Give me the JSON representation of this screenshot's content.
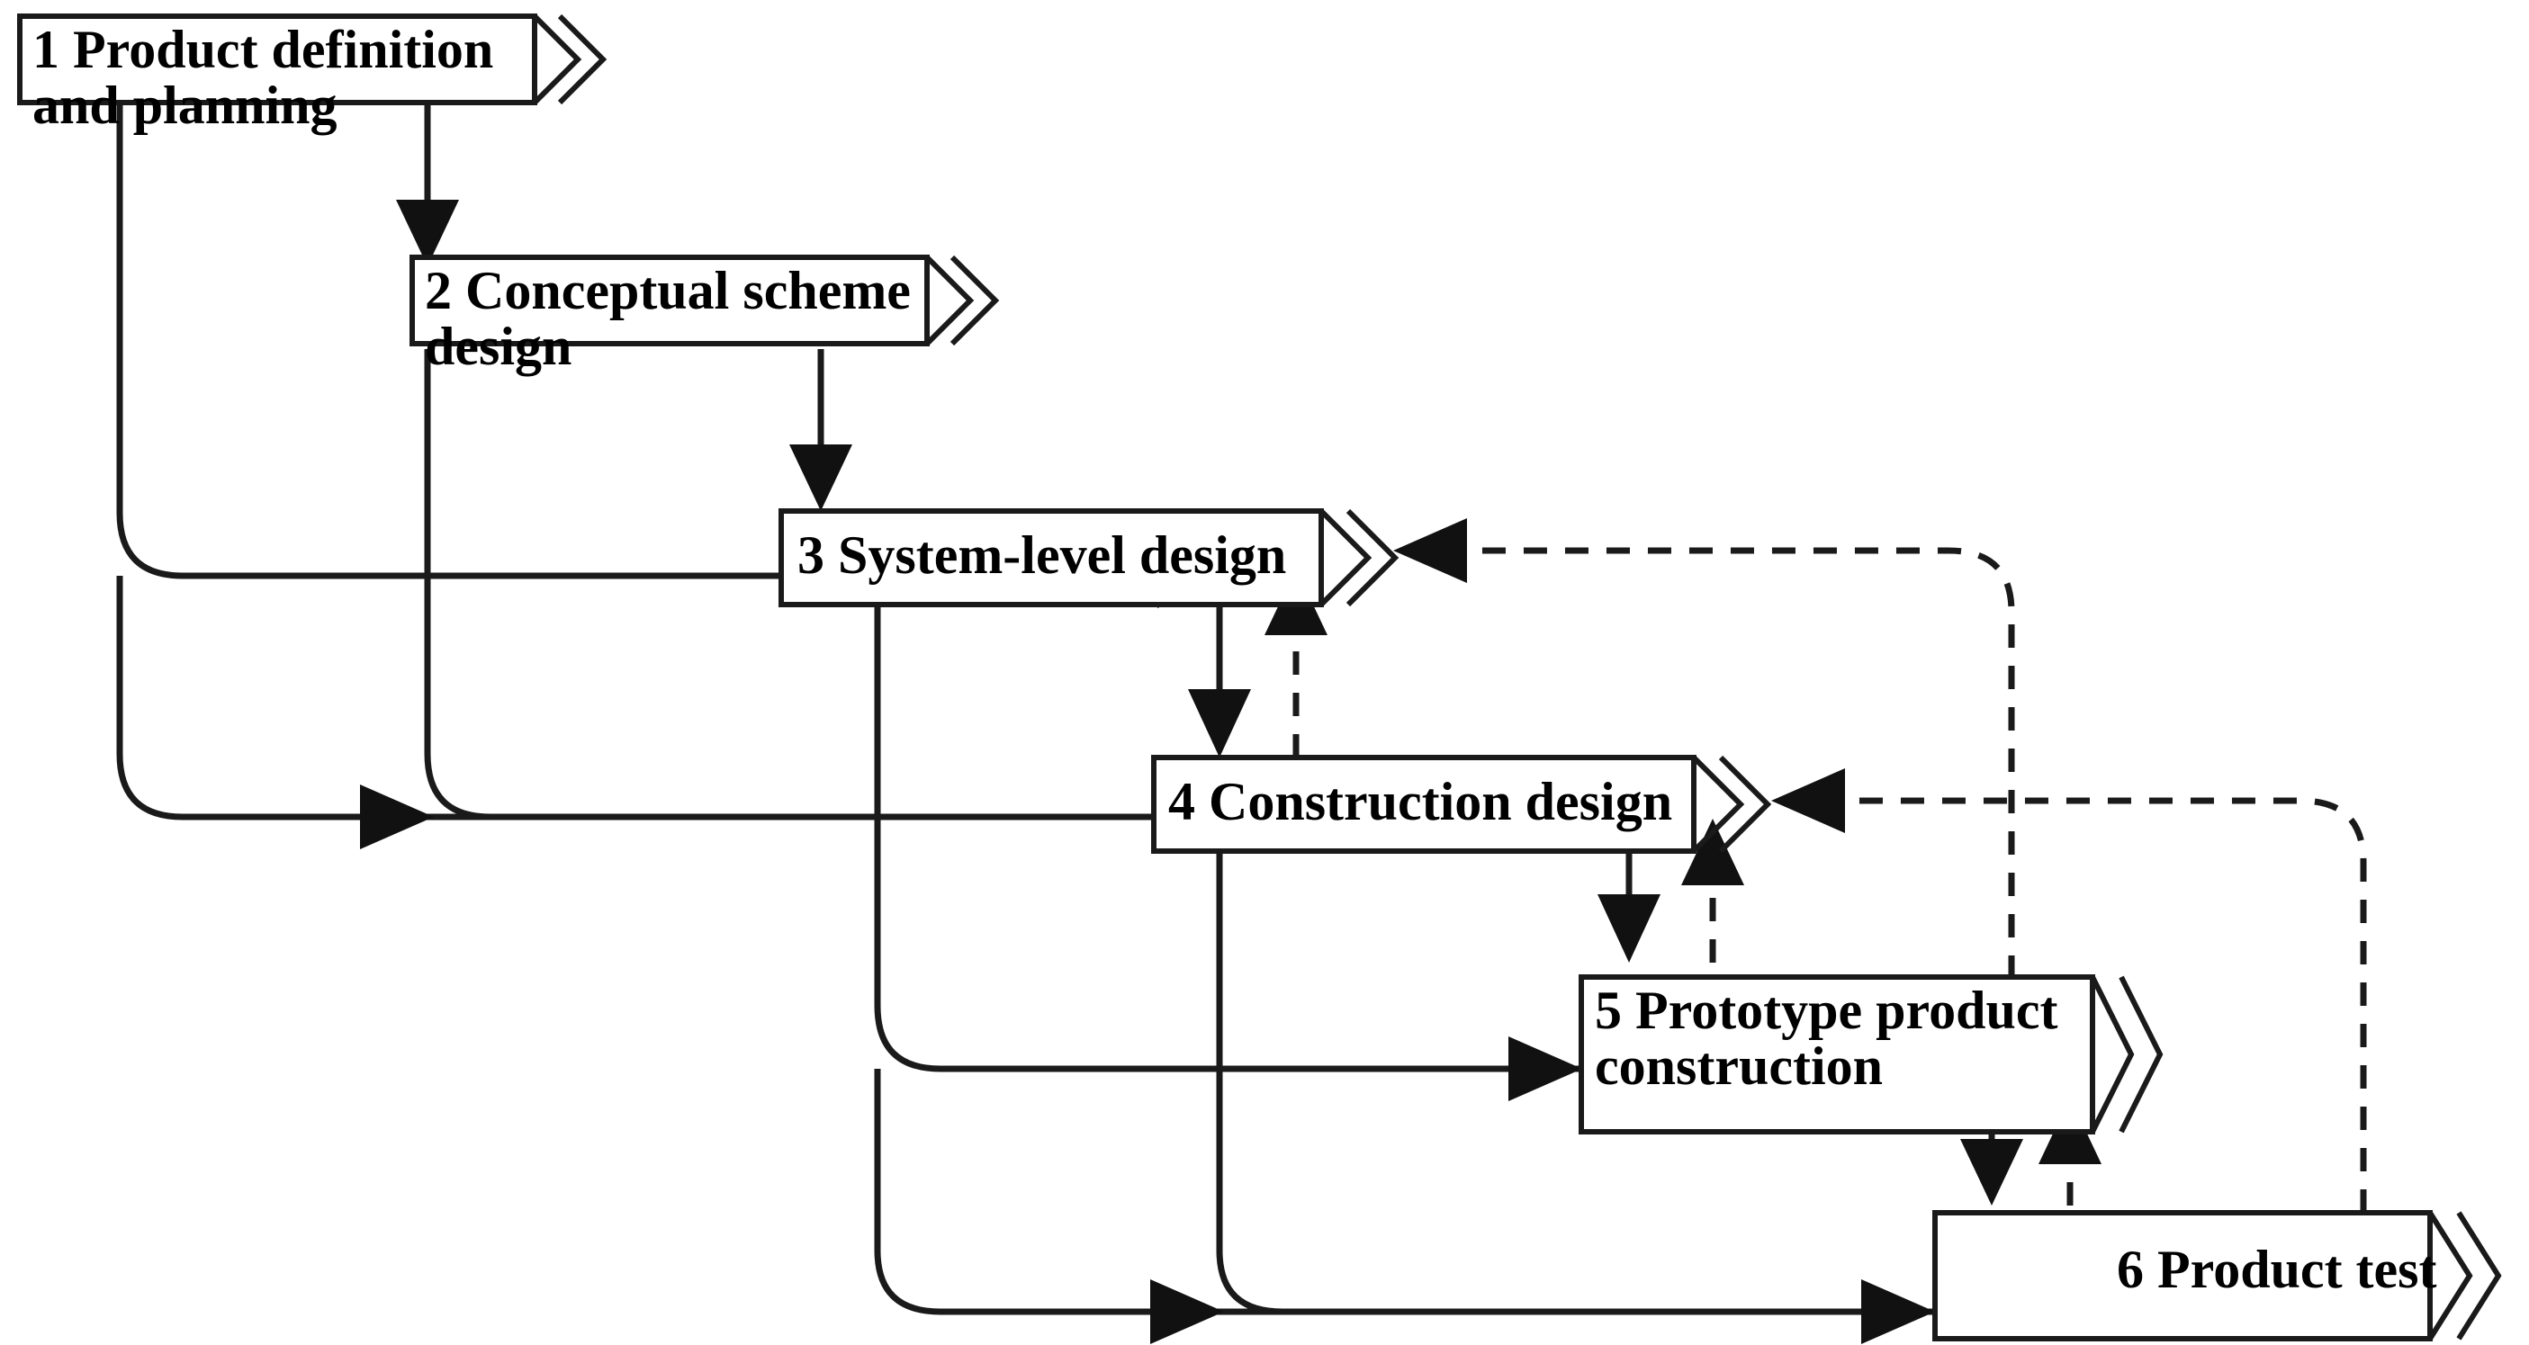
{
  "diagram": {
    "title": "Product development process (waterfall with feedback loops)",
    "type": "flowchart",
    "background_color": "#ffffff",
    "line_color": "#1a1a1a",
    "stages": [
      {
        "id": 1,
        "number": "1",
        "label": "1 Product definition\nand planning",
        "text": "Product definition and planning"
      },
      {
        "id": 2,
        "number": "2",
        "label": "2 Conceptual scheme\ndesign",
        "text": "Conceptual scheme design"
      },
      {
        "id": 3,
        "number": "3",
        "label": "3 System-level design",
        "text": "System-level design"
      },
      {
        "id": 4,
        "number": "4",
        "label": "4 Construction design",
        "text": "Construction design"
      },
      {
        "id": 5,
        "number": "5",
        "label": "5 Prototype product\nconstruction",
        "text": "Prototype product construction"
      },
      {
        "id": 6,
        "number": "6",
        "label": "6 Product test",
        "text": "Product test"
      }
    ],
    "connections": [
      {
        "from": 1,
        "to": 2,
        "style": "solid",
        "direction": "down"
      },
      {
        "from": 2,
        "to": 3,
        "style": "solid",
        "direction": "down"
      },
      {
        "from": 3,
        "to": 4,
        "style": "solid",
        "direction": "down"
      },
      {
        "from": 4,
        "to": 5,
        "style": "solid",
        "direction": "down"
      },
      {
        "from": 5,
        "to": 6,
        "style": "solid",
        "direction": "down"
      },
      {
        "from": 1,
        "to": 3,
        "style": "solid",
        "direction": "skip"
      },
      {
        "from": 1,
        "to": 4,
        "style": "solid",
        "direction": "skip"
      },
      {
        "from": 2,
        "to": 4,
        "style": "solid",
        "direction": "skip"
      },
      {
        "from": 3,
        "to": 5,
        "style": "solid",
        "direction": "skip"
      },
      {
        "from": 3,
        "to": 6,
        "style": "solid",
        "direction": "skip"
      },
      {
        "from": 4,
        "to": 6,
        "style": "solid",
        "direction": "skip"
      },
      {
        "from": 4,
        "to": 3,
        "style": "dashed",
        "direction": "feedback"
      },
      {
        "from": 5,
        "to": 4,
        "style": "dashed",
        "direction": "feedback"
      },
      {
        "from": 6,
        "to": 5,
        "style": "dashed",
        "direction": "feedback"
      },
      {
        "from": 5,
        "to": 3,
        "style": "dashed",
        "direction": "feedback-long"
      },
      {
        "from": 6,
        "to": 4,
        "style": "dashed",
        "direction": "feedback-long"
      }
    ]
  }
}
